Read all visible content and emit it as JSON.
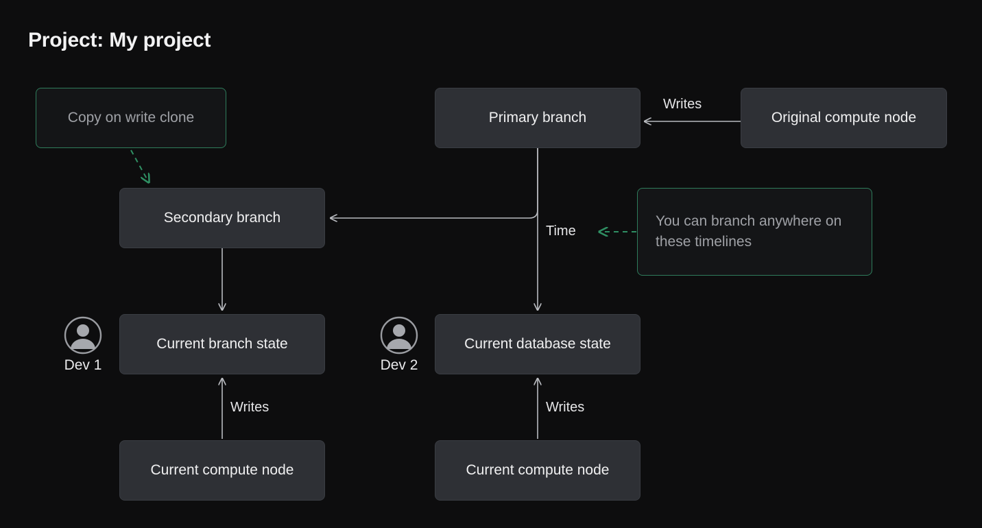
{
  "page": {
    "title": "Project: My project",
    "background_color": "#0d0d0e",
    "node_fill": "#2e3035",
    "accent_green": "#2f7d5c",
    "text_color": "#f0f0f1"
  },
  "nodes": {
    "copy_on_write_clone": {
      "label": "Copy on write clone"
    },
    "primary_branch": {
      "label": "Primary branch"
    },
    "original_compute_node": {
      "label": "Original compute node"
    },
    "secondary_branch": {
      "label": "Secondary branch"
    },
    "branch_note": {
      "label": "You can branch anywhere on these timelines"
    },
    "current_branch_state": {
      "label": "Current branch state"
    },
    "current_database_state": {
      "label": "Current database state"
    },
    "current_compute_node_left": {
      "label": "Current compute node"
    },
    "current_compute_node_right": {
      "label": "Current compute node"
    }
  },
  "labels": {
    "writes_top": "Writes",
    "time": "Time",
    "writes_left": "Writes",
    "writes_right": "Writes"
  },
  "actors": {
    "dev1": {
      "label": "Dev 1",
      "icon": "user-avatar-icon"
    },
    "dev2": {
      "label": "Dev 2",
      "icon": "user-avatar-icon"
    }
  }
}
